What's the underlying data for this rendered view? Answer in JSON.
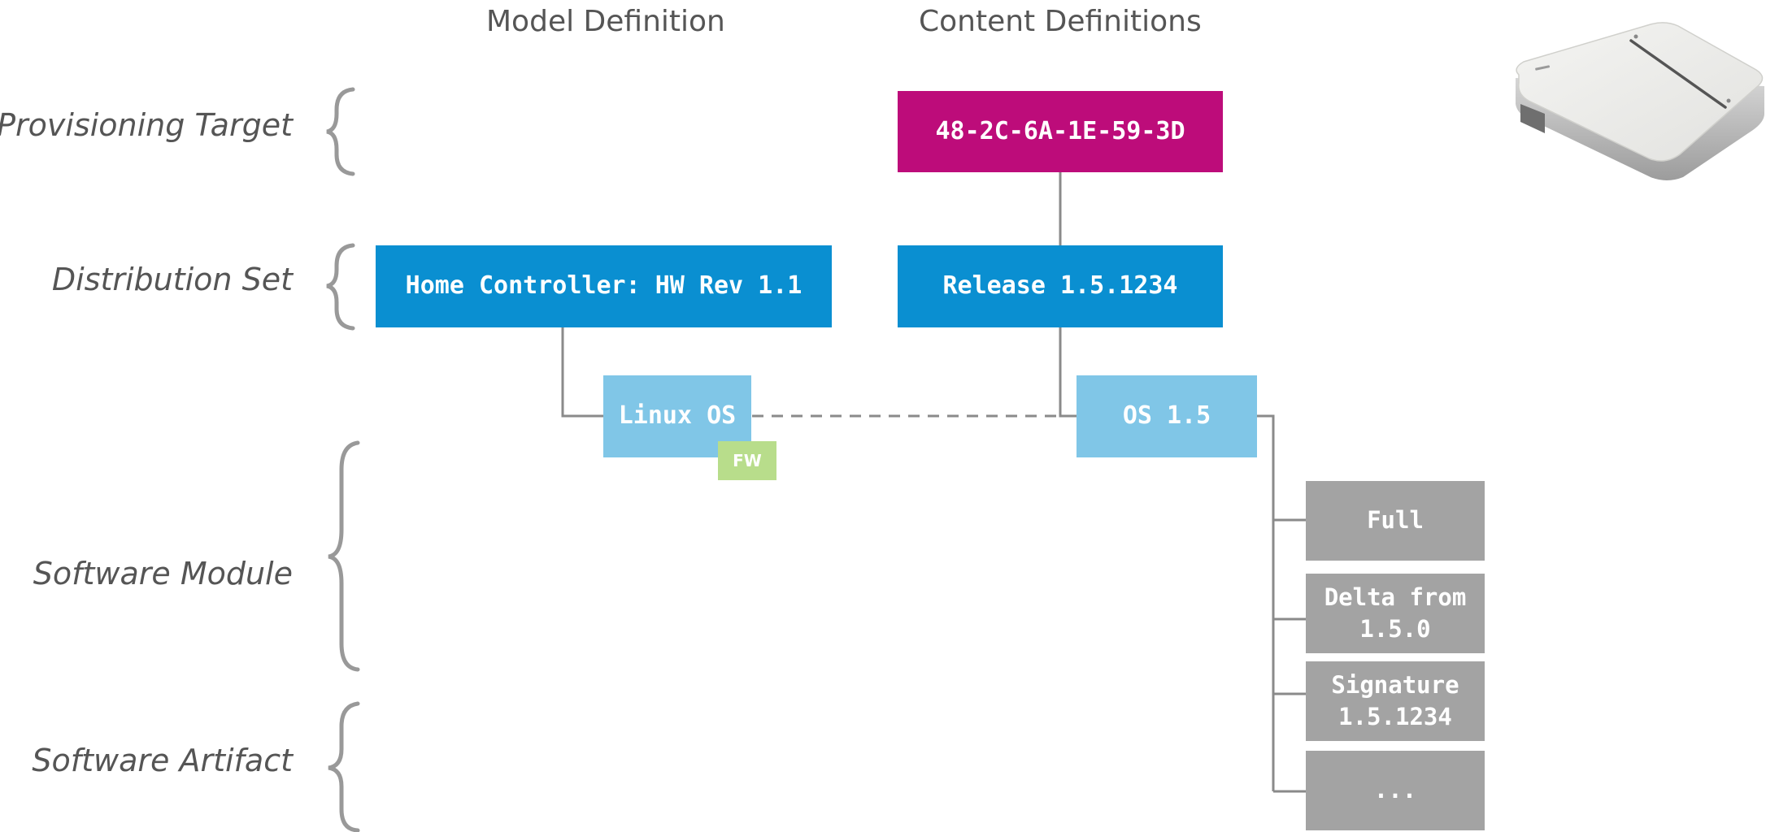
{
  "columns": {
    "model_definition": "Model Definition",
    "content_definitions": "Content Definitions"
  },
  "levels": {
    "provisioning_target": "Provisioning Target",
    "distribution_set": "Distribution Set",
    "software_module": "Software Module",
    "software_artifact": "Software Artifact"
  },
  "nodes": {
    "target": "48-2C-6A-1E-59-3D",
    "model_distribution": "Home Controller: HW Rev 1.1",
    "release": "Release 1.5.1234",
    "linux_os": "Linux OS",
    "fw_tag": "FW",
    "os_module": "OS 1.5",
    "artifacts": [
      "Full",
      "Delta from\n1.5.0",
      "Signature\n1.5.1234",
      "..."
    ]
  },
  "colors": {
    "target": "#bd0c7a",
    "distribution_set": "#0a8fd1",
    "software_module": "#80c6e7",
    "artifact": "#a3a3a3",
    "fw_tag": "#b8dd8b",
    "connector": "#8a8a8a"
  },
  "icons": {
    "device": "home-controller-device-icon"
  }
}
